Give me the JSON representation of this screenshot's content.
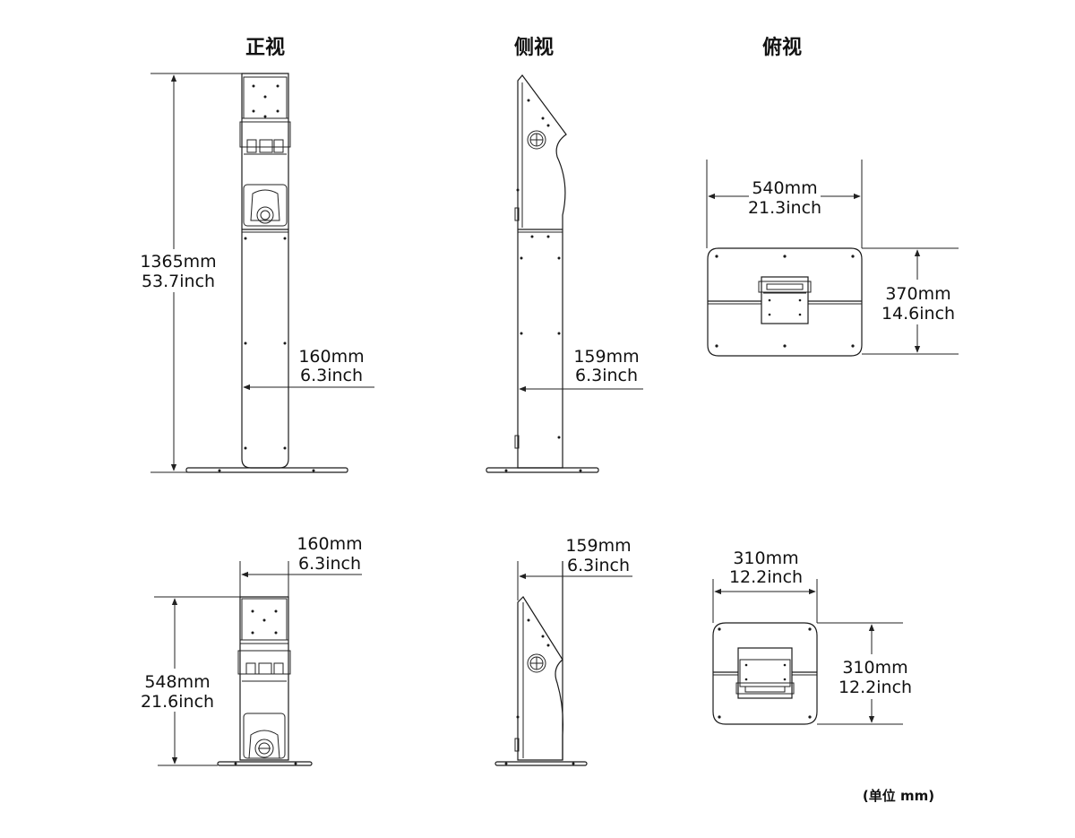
{
  "headings": {
    "front": "正视",
    "side": "侧视",
    "top": "俯视"
  },
  "dims": {
    "tall_height_mm": "1365mm",
    "tall_height_in": "53.7inch",
    "tall_front_width_mm": "160mm",
    "tall_front_width_in": "6.3inch",
    "tall_side_width_mm": "159mm",
    "tall_side_width_in": "6.3inch",
    "tall_top_width_mm": "540mm",
    "tall_top_width_in": "21.3inch",
    "tall_top_depth_mm": "370mm",
    "tall_top_depth_in": "14.6inch",
    "short_front_width_mm": "160mm",
    "short_front_width_in": "6.3inch",
    "short_side_width_mm": "159mm",
    "short_side_width_in": "6.3inch",
    "short_height_mm": "548mm",
    "short_height_in": "21.6inch",
    "short_top_width_mm": "310mm",
    "short_top_width_in": "12.2inch",
    "short_top_depth_mm": "310mm",
    "short_top_depth_in": "12.2inch"
  },
  "unit_note": "(单位 mm)"
}
